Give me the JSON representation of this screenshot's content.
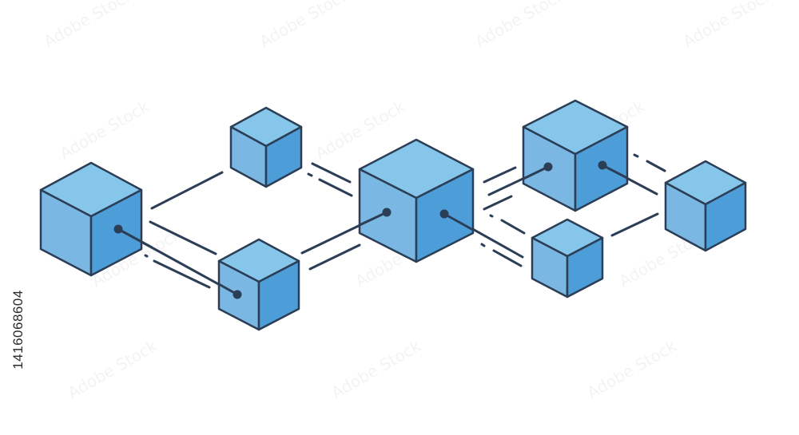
{
  "image_id_label": "1416068604",
  "watermark_text": "Adobe Stock",
  "colors": {
    "background": "#ffffff",
    "cube_top": "#86c6ea",
    "cube_left": "#7ab8e3",
    "cube_right": "#4d9ed8",
    "stroke": "#2c3e56"
  },
  "diagram": {
    "cubes": [
      {
        "name": "cube-left-large"
      },
      {
        "name": "cube-top-small"
      },
      {
        "name": "cube-bottom-small"
      },
      {
        "name": "cube-center-large"
      },
      {
        "name": "cube-upper-right"
      },
      {
        "name": "cube-lower-right"
      },
      {
        "name": "cube-far-right"
      }
    ]
  }
}
